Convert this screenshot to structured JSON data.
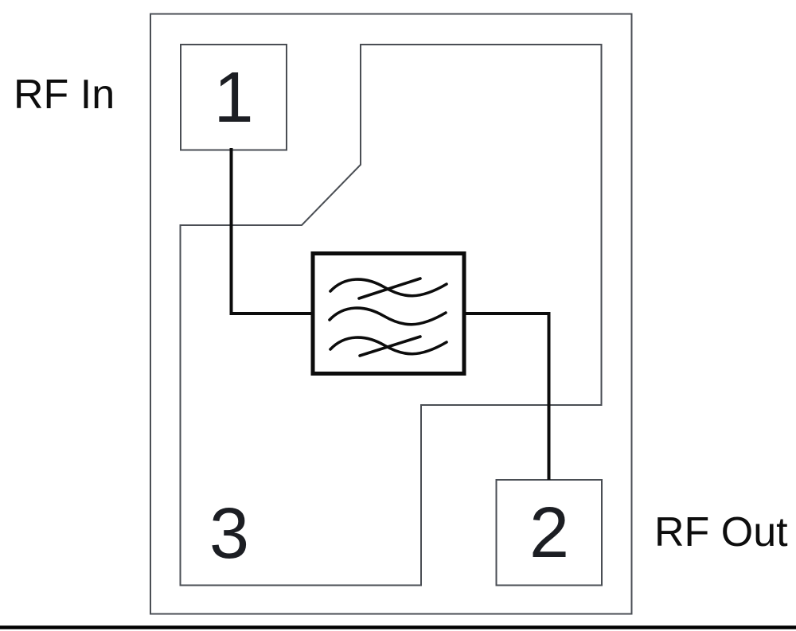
{
  "labels": {
    "rf_in": "RF In",
    "rf_out": "RF Out"
  },
  "ports": {
    "port1": "1",
    "port2": "2",
    "port3": "3"
  },
  "icons": {
    "filter_symbol": "bandpass-filter-icon"
  },
  "colors": {
    "outline_gray": "#4a4e54",
    "trace_black": "#0c0c0c",
    "text_black": "#0d0d0d",
    "digit_black": "#1c1e23",
    "background": "#ffffff"
  }
}
